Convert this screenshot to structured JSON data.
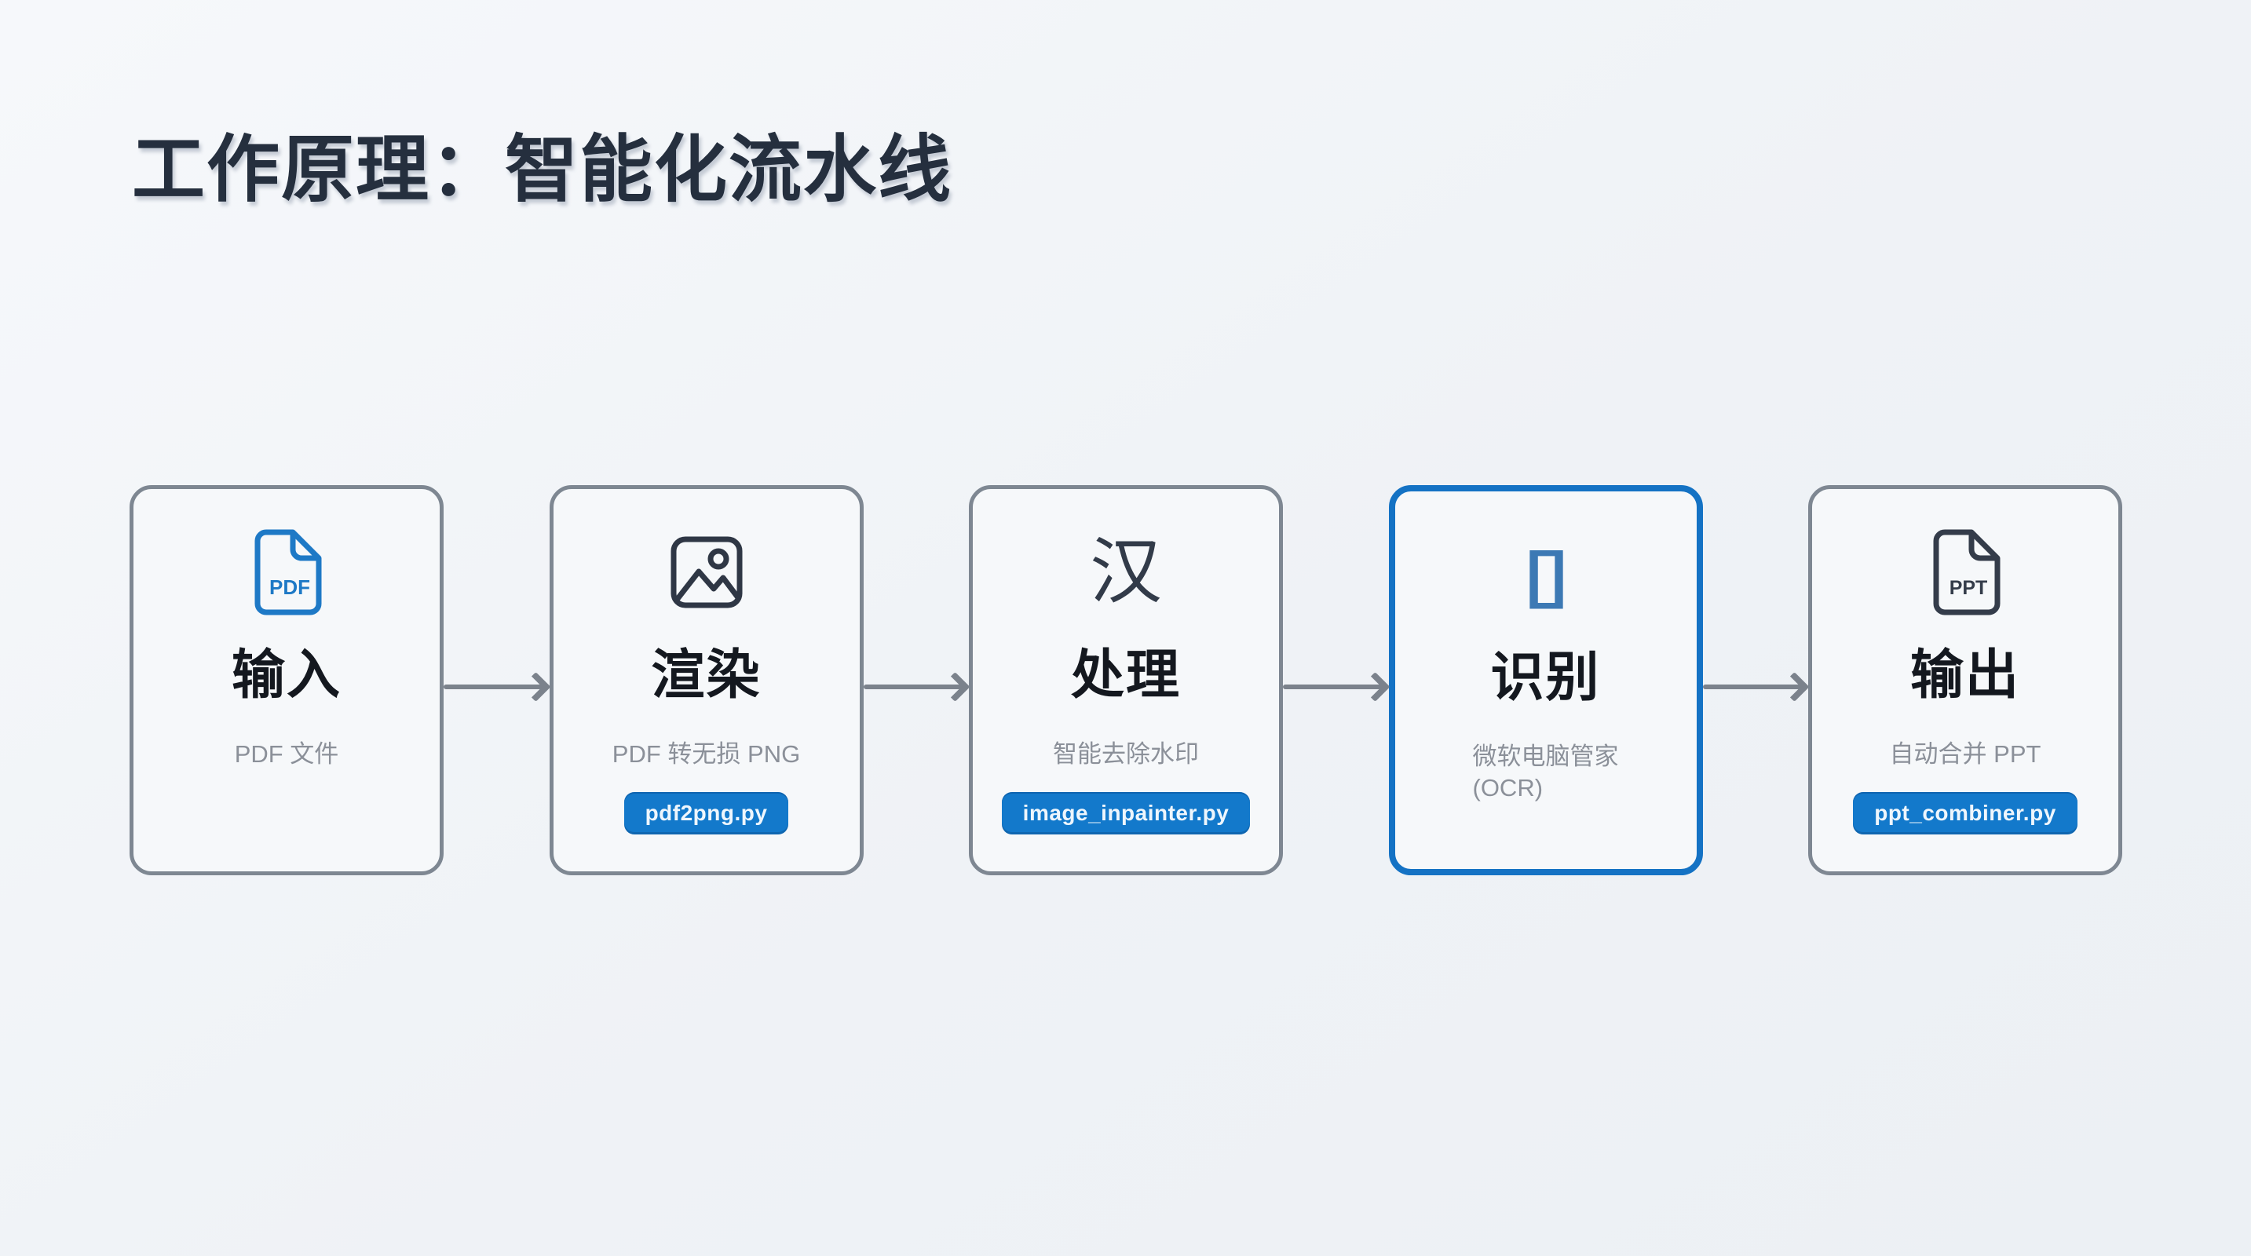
{
  "slide": {
    "title": "工作原理：智能化流水线"
  },
  "pipeline": {
    "steps": [
      {
        "title": "输入",
        "subtitle": "PDF 文件",
        "icon": "pdf-file-icon",
        "icon_label": "PDF",
        "highlighted": false
      },
      {
        "title": "渲染",
        "subtitle": "PDF 转无损 PNG",
        "icon": "image-icon",
        "badge": "pdf2png.py",
        "highlighted": false
      },
      {
        "title": "处理",
        "subtitle": "智能去除水印",
        "icon": "chinese-character-icon",
        "icon_text": "汉",
        "badge": "image_inpainter.py",
        "highlighted": false
      },
      {
        "title": "识别",
        "subtitle": "微软电脑管家",
        "subtitle2": "(OCR)",
        "icon": "ocr-brackets-icon",
        "icon_text": "[]",
        "highlighted": true
      },
      {
        "title": "输出",
        "subtitle": "自动合并 PPT",
        "icon": "ppt-file-icon",
        "icon_label": "PPT",
        "badge": "ppt_combiner.py",
        "highlighted": false
      }
    ],
    "colors": {
      "accent_blue": "#1379cb",
      "highlight_border": "#1472c4",
      "card_border": "#7e8792",
      "arrow_gray": "#7b828c",
      "icon_dark": "#2f3745",
      "icon_blue": "#1e79c6",
      "card_title_text": "#14181f",
      "subtitle_text": "#8b9099",
      "slide_title_text": "#252f3e"
    }
  }
}
